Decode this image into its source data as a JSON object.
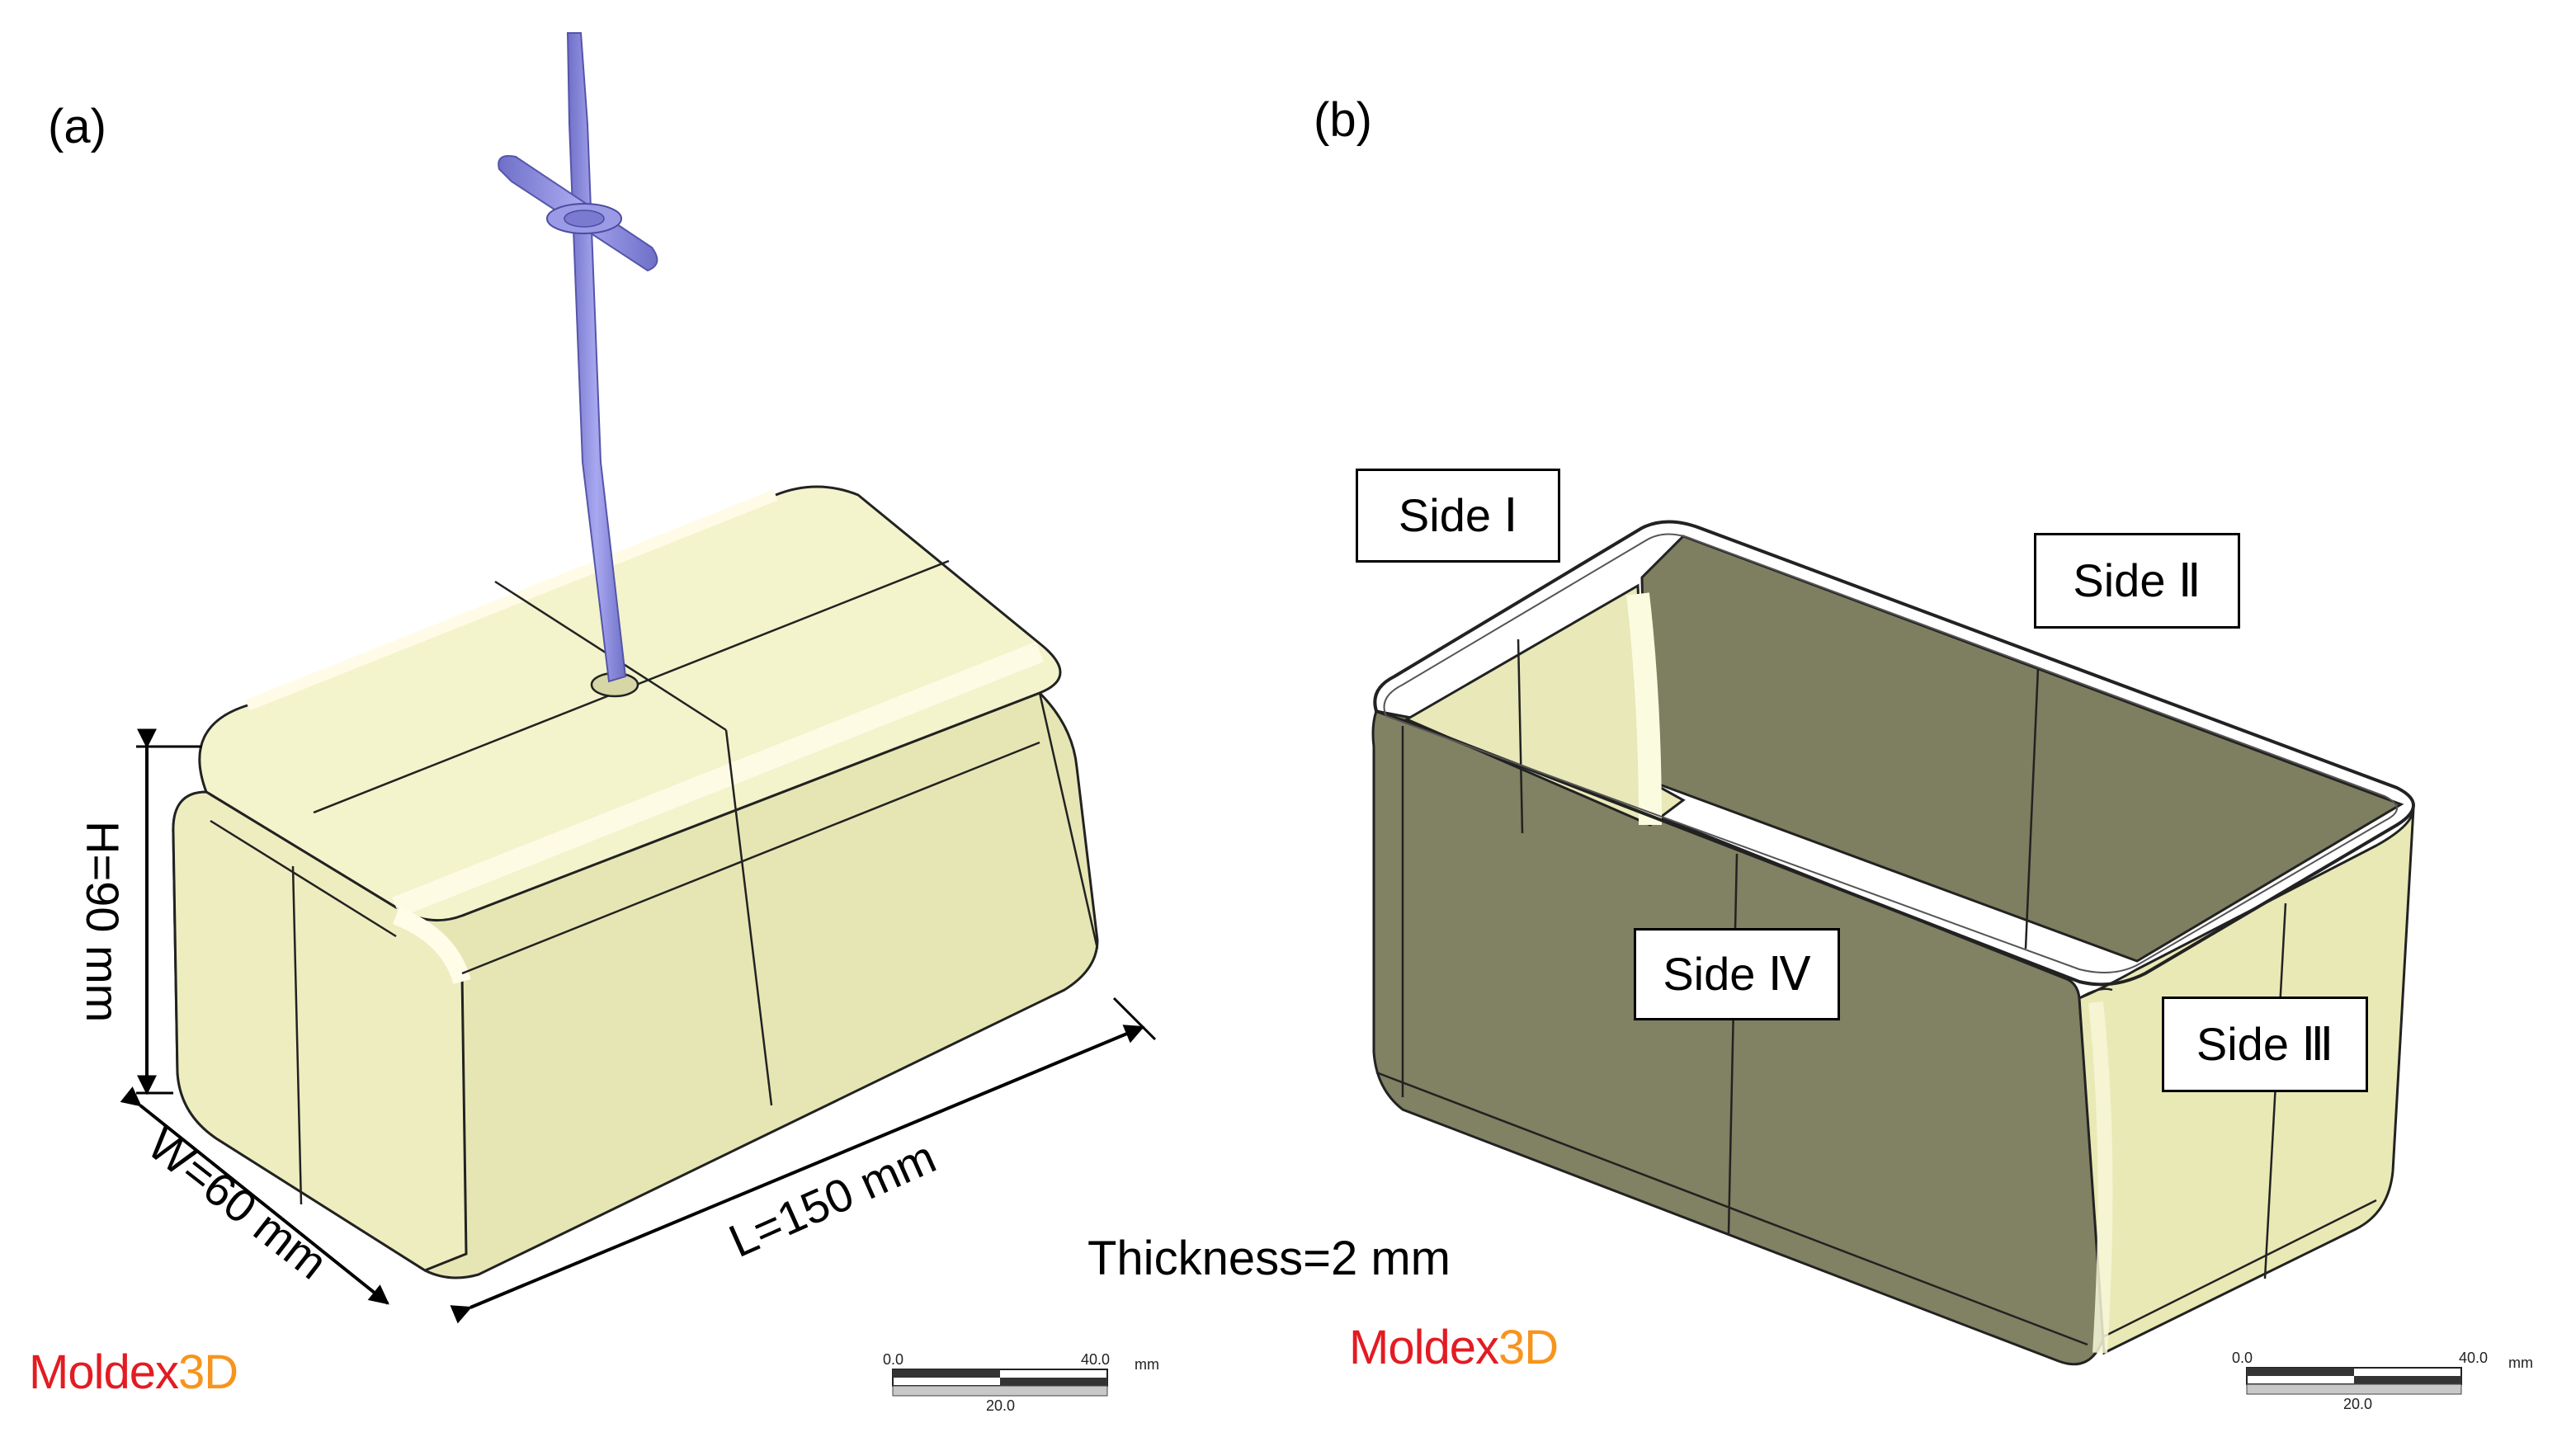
{
  "panel_a": {
    "label": "(a)",
    "dim_height": "H=90 mm",
    "dim_width": "W=60 mm",
    "dim_length": "L=150 mm",
    "logo_part1": "Moldex",
    "logo_part2": "3D",
    "scale": {
      "start": "0.0",
      "end": "40.0",
      "mid": "20.0",
      "unit": "mm"
    }
  },
  "panel_b": {
    "label": "(b)",
    "side1": "Side Ⅰ",
    "side2": "Side Ⅱ",
    "side3": "Side Ⅲ",
    "side4": "Side Ⅳ",
    "logo_part1": "Moldex",
    "logo_part2": "3D",
    "scale": {
      "start": "0.0",
      "end": "40.0",
      "mid": "20.0",
      "unit": "mm"
    }
  },
  "thickness": "Thickness=2 mm",
  "colors": {
    "part_light": "#f1f1c6",
    "part_mid": "#e2e2b2",
    "part_dark": "#7f7f5f",
    "runner": "#8f8fe0",
    "logo_red": "#e31b23",
    "logo_orange": "#f7941d"
  }
}
